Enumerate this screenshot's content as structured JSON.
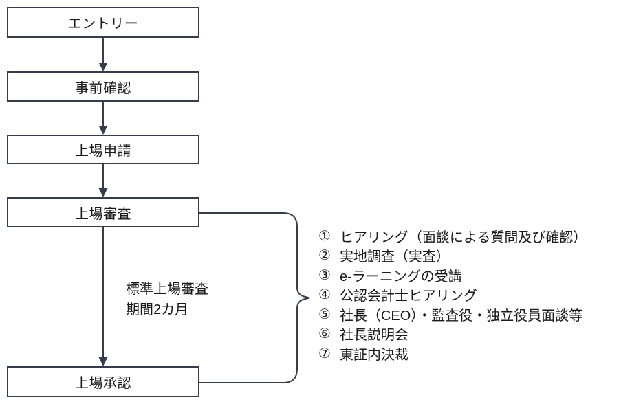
{
  "flow": {
    "steps": [
      {
        "label": "エントリー"
      },
      {
        "label": "事前確認"
      },
      {
        "label": "上場申請"
      },
      {
        "label": "上場審査"
      },
      {
        "label": "上場承認"
      }
    ],
    "note": {
      "line1": "標準上場審査",
      "line2": "期間2カ月"
    }
  },
  "checklist": {
    "items": [
      {
        "marker": "①",
        "text": "ヒアリング（面談による質問及び確認）"
      },
      {
        "marker": "②",
        "text": "実地調査（実査）"
      },
      {
        "marker": "③",
        "text": "e-ラーニングの受講"
      },
      {
        "marker": "④",
        "text": "公認会計士ヒアリング"
      },
      {
        "marker": "⑤",
        "text": "社長（CEO）・監査役・独立役員面談等"
      },
      {
        "marker": "⑥",
        "text": "社長説明会"
      },
      {
        "marker": "⑦",
        "text": "東証内決裁"
      }
    ]
  },
  "colors": {
    "line": "#353d4b",
    "text": "#1a1a1a",
    "background": "#ffffff"
  }
}
